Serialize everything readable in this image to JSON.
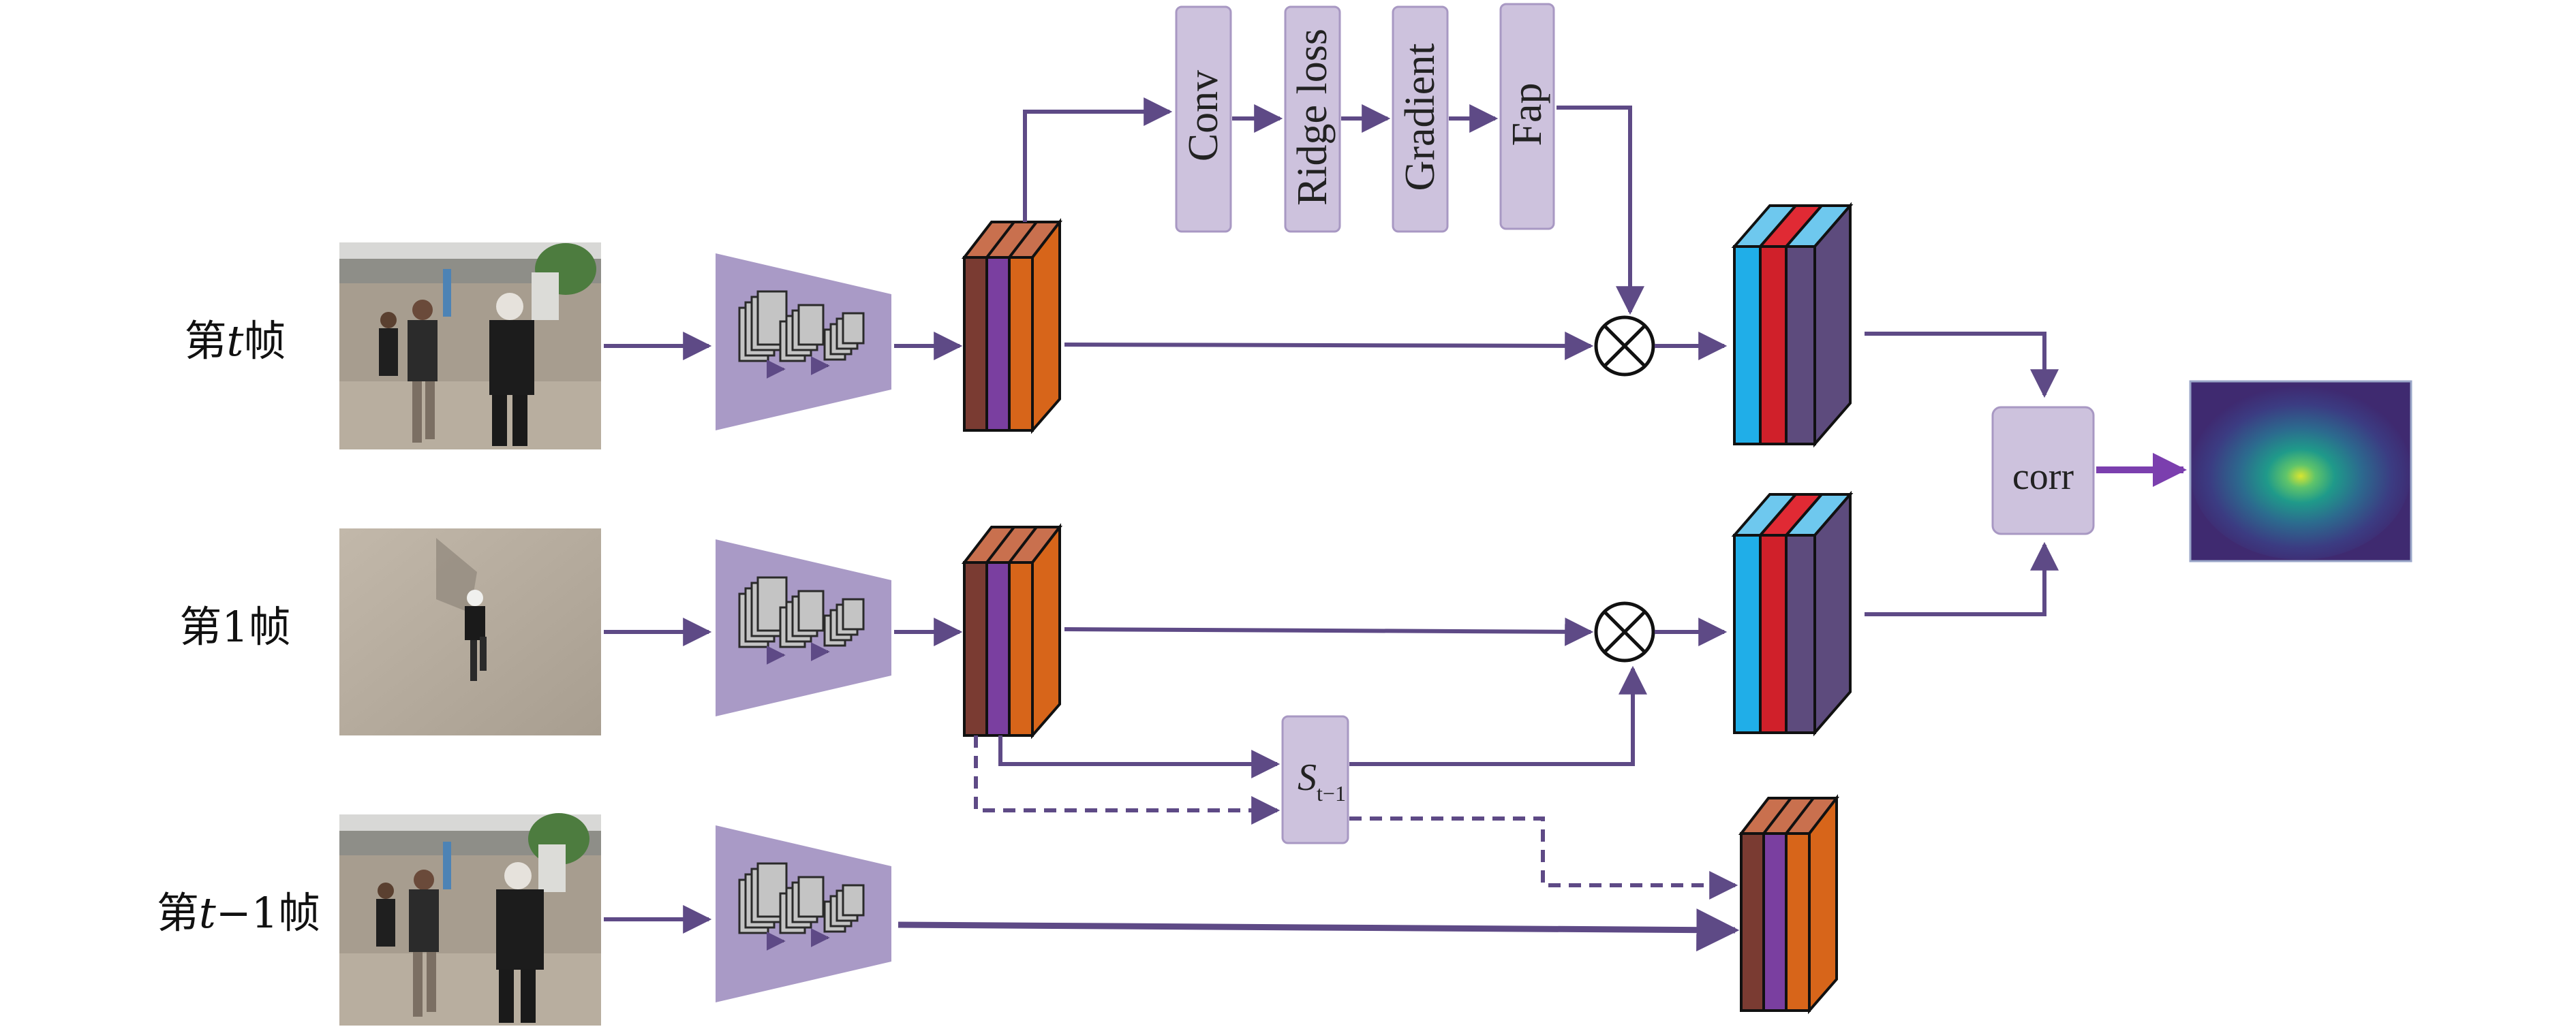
{
  "rows": {
    "frame_t": {
      "label_pre": "第",
      "label_var": "t",
      "label_post": "帧"
    },
    "frame_1": {
      "label_pre": "第",
      "label_var": "1",
      "label_post": "帧"
    },
    "frame_t1": {
      "label_pre": "第",
      "label_var": "t",
      "label_mid": "−1",
      "label_post": "帧"
    }
  },
  "blocks": {
    "conv": "Conv",
    "ridge_loss": "Ridge loss",
    "gradient": "Gradient",
    "fap": "Fap",
    "corr": "corr",
    "s_main": "S",
    "s_sub": "t−1"
  },
  "colors": {
    "arrow": "#5e4a86",
    "box_fill": "#cdc2dd",
    "box_stroke": "#a898c3",
    "encoder_fill": "#a99ac6",
    "feature_brown": "#7a3b32",
    "feature_purple": "#7a3fa0",
    "feature_orange": "#d7651a",
    "feature_cyan": "#20aee8",
    "feature_red": "#d0202a",
    "feature_violet": "#5d4b7d",
    "heatmap_bg": "#3a2f72",
    "heatmap_peak": "#cde23a"
  },
  "icons": [
    "multiply-circle-icon",
    "encoder-icon",
    "feature-stack-icon",
    "heatmap-icon",
    "photo-icon"
  ]
}
